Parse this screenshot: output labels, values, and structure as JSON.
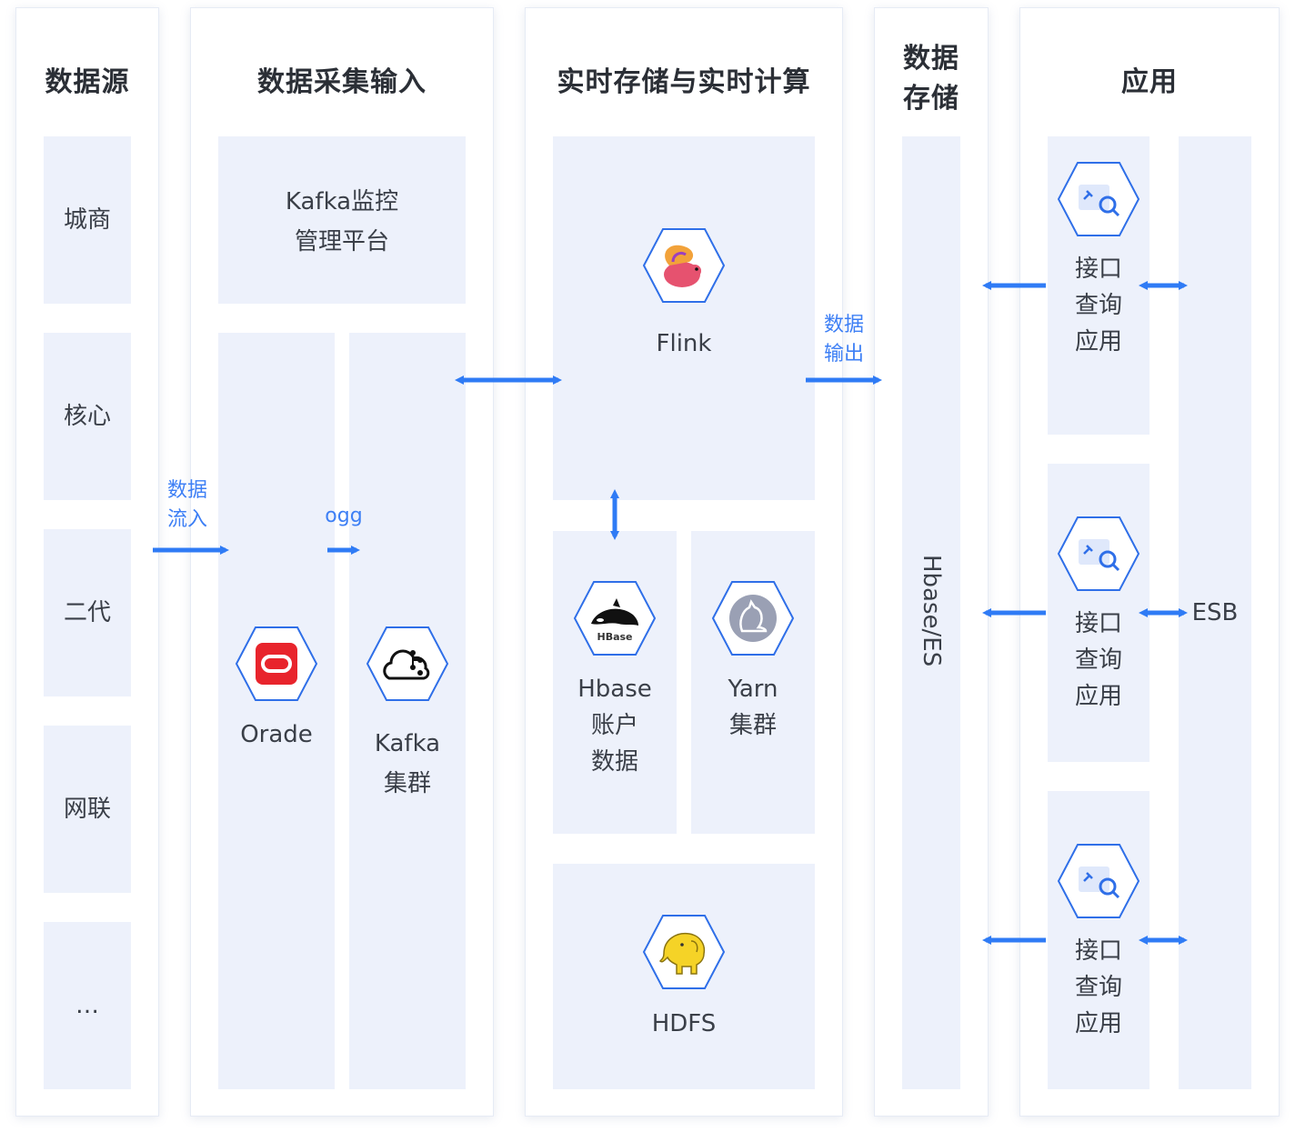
{
  "columns": {
    "sources": {
      "title": "数据源",
      "items": [
        "城商",
        "核心",
        "二代",
        "网联",
        "…"
      ]
    },
    "ingest": {
      "title": "数据采集输入",
      "monitor": "Kafka监控\n管理平台",
      "oracle": "Orade",
      "kafka": "Kafka\n集群"
    },
    "compute": {
      "title": "实时存储与实时计算",
      "flink": "Flink",
      "hbase": "Hbase\n账户\n数据",
      "yarn": "Yarn\n集群",
      "hdfs": "HDFS"
    },
    "storage": {
      "title": "数据\n存储",
      "label": "Hbase/ES"
    },
    "apps": {
      "title": "应用",
      "items": [
        "接口\n查询\n应用",
        "接口\n查询\n应用",
        "接口\n查询\n应用"
      ],
      "esb": "ESB"
    }
  },
  "flows": {
    "data_in": "数据\n流入",
    "ogg": "ogg",
    "data_out": "数据\n输出"
  },
  "colors": {
    "accent": "#2f7bf5",
    "panel": "#edf1fb",
    "hex_border": "#2f6fe8"
  }
}
